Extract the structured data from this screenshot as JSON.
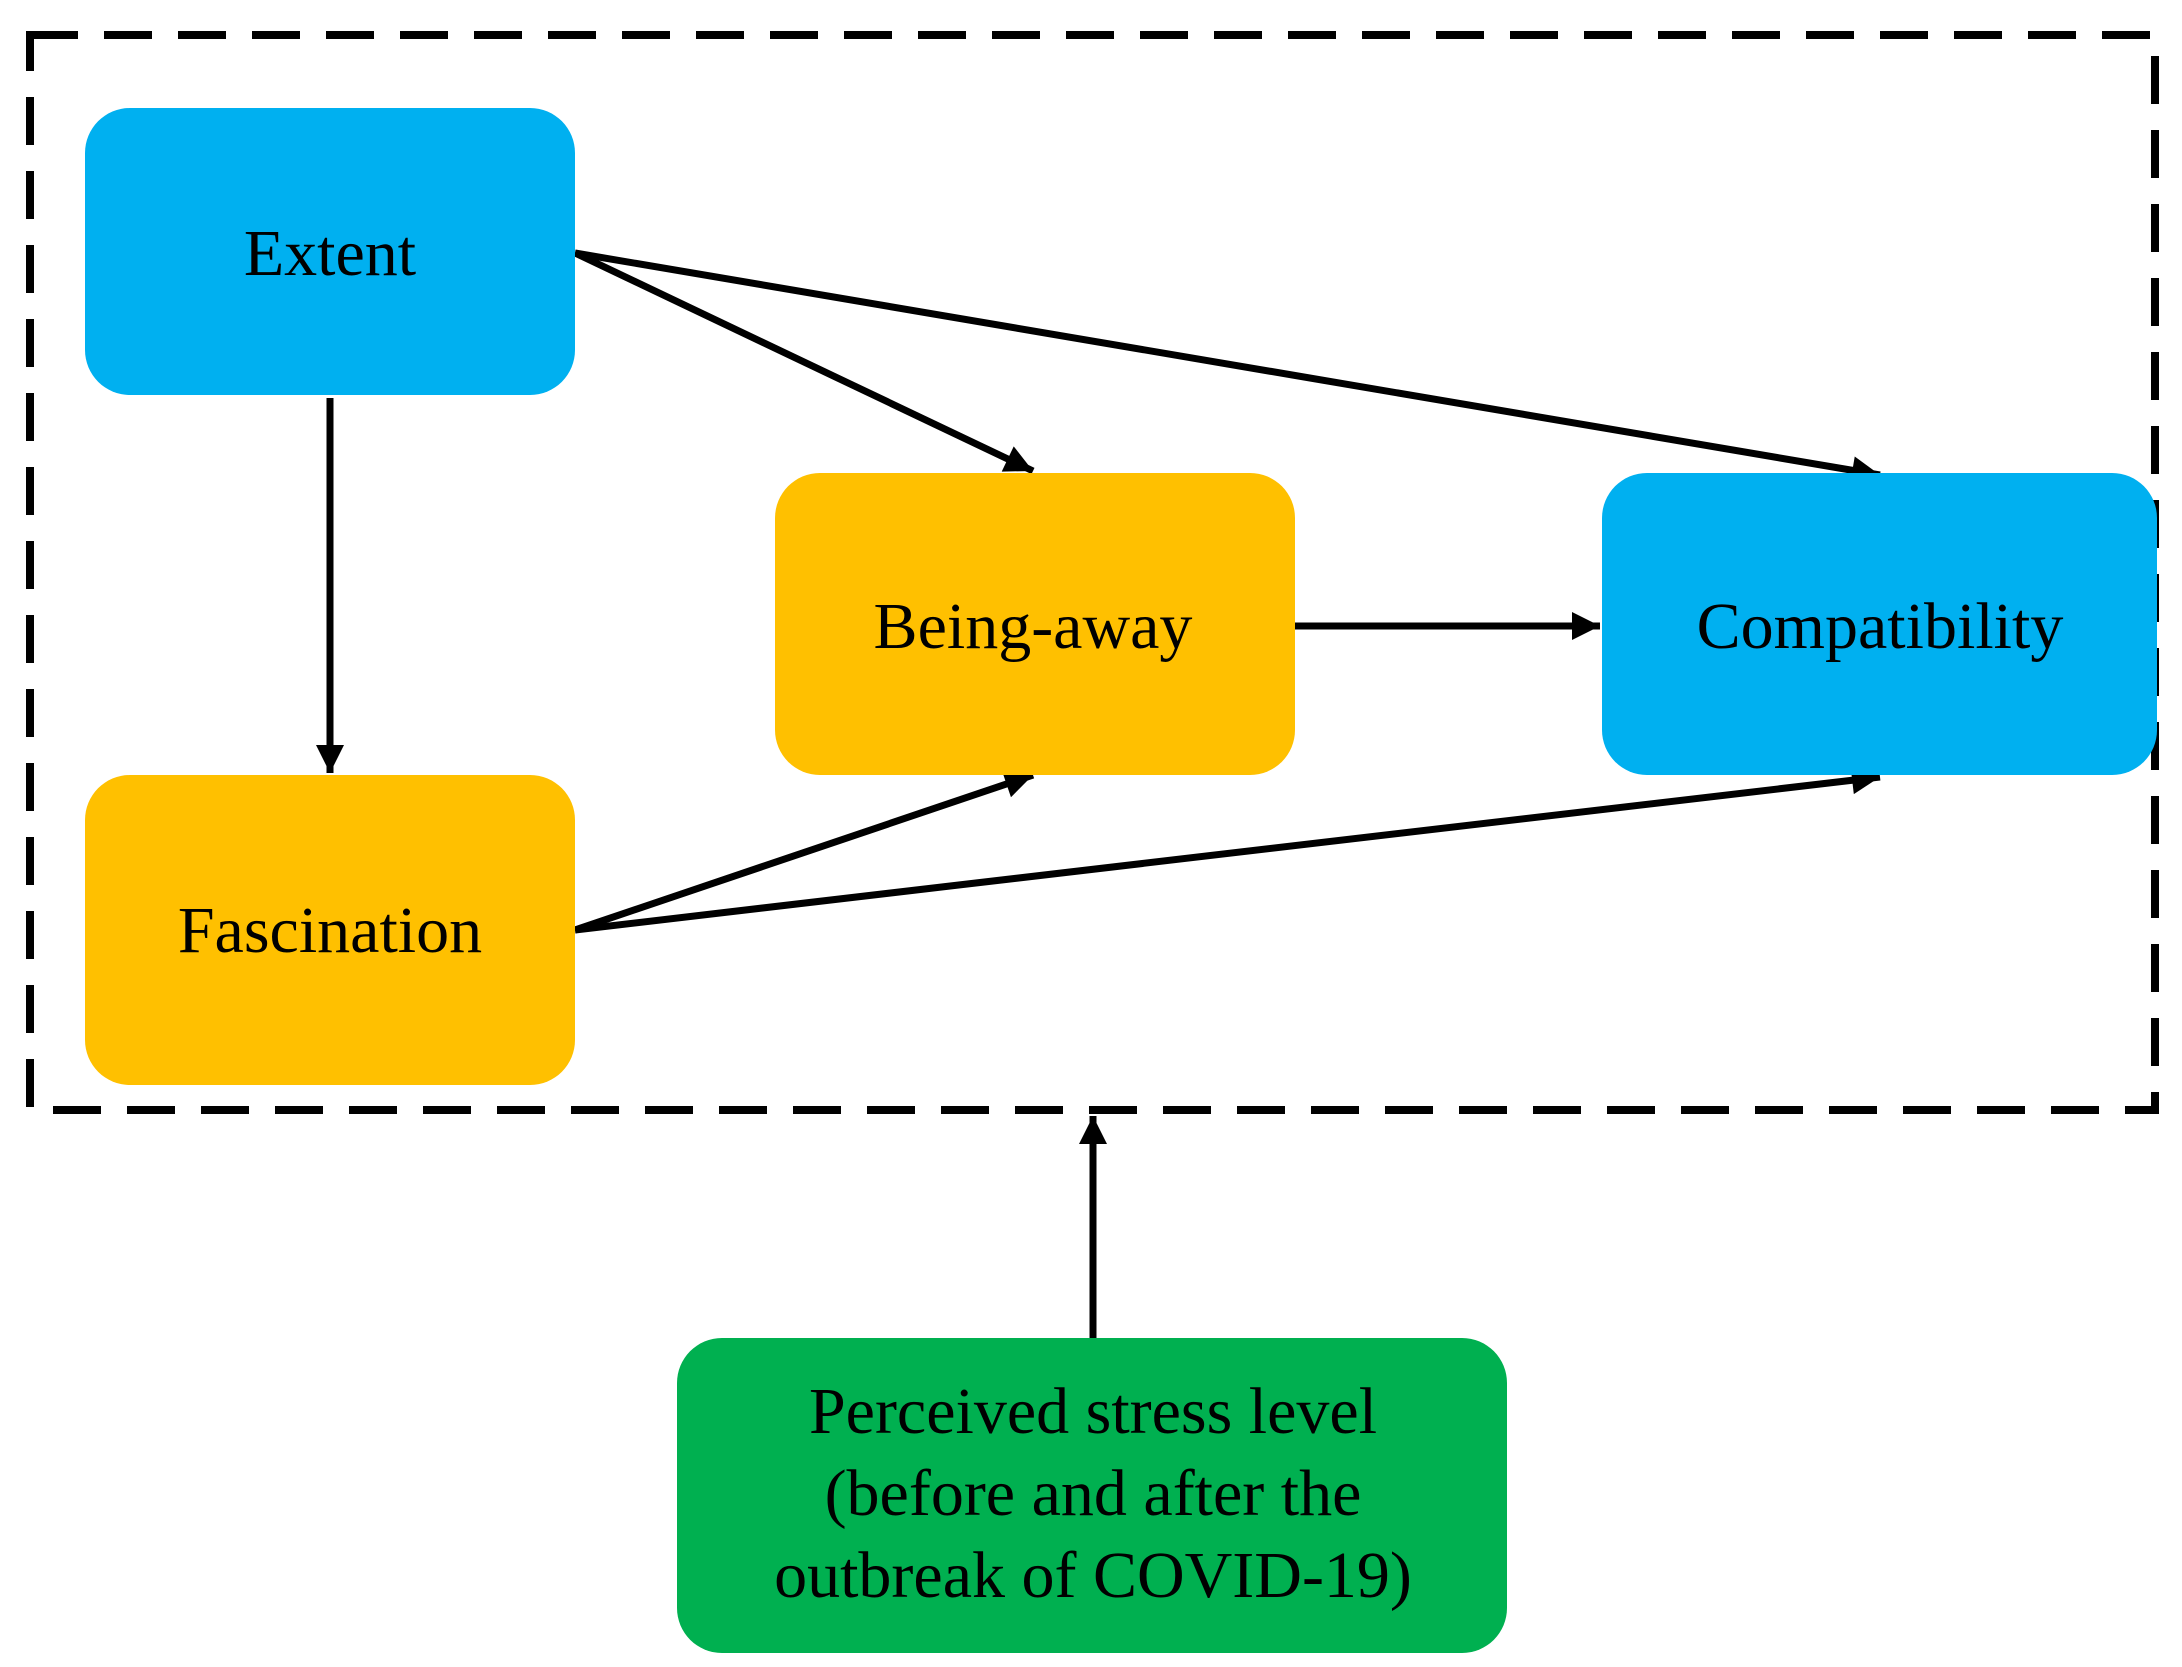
{
  "nodes": {
    "extent": {
      "label": "Extent",
      "color": "#00B0F0"
    },
    "fascination": {
      "label": "Fascination",
      "color": "#FFC000"
    },
    "being_away": {
      "label": "Being-away",
      "color": "#FFC000"
    },
    "compatibility": {
      "label": "Compatibility",
      "color": "#00B0F0"
    },
    "stress": {
      "lines": [
        "Perceived stress level",
        "(before and after the",
        "outbreak of COVID-19)"
      ],
      "color": "#00B050"
    }
  },
  "edges": [
    {
      "from": "extent",
      "to": "fascination"
    },
    {
      "from": "extent",
      "to": "being_away"
    },
    {
      "from": "extent",
      "to": "compatibility"
    },
    {
      "from": "fascination",
      "to": "being_away"
    },
    {
      "from": "fascination",
      "to": "compatibility"
    },
    {
      "from": "being_away",
      "to": "compatibility"
    },
    {
      "from": "stress",
      "to": "model-boundary"
    }
  ],
  "colors": {
    "arrow": "#000000",
    "boundary": "#000000"
  }
}
